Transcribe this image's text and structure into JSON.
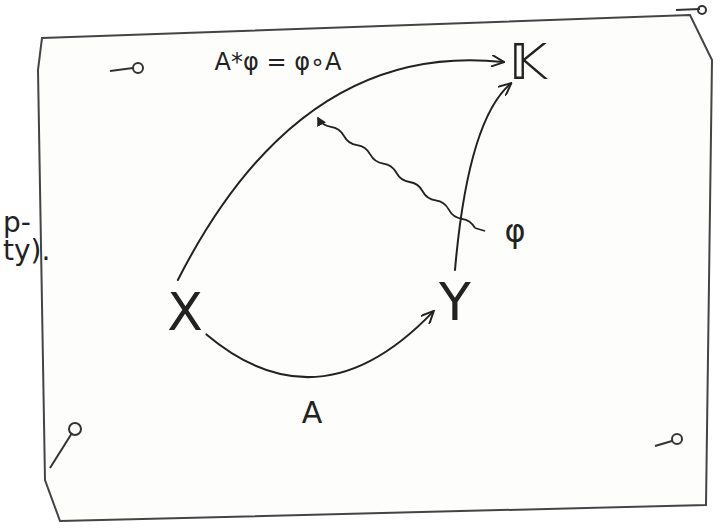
{
  "diagram": {
    "nodes": [
      {
        "text": [
          "X"
        ]
      },
      {
        "text": [
          "Y"
        ]
      },
      {
        "text": [
          "𝕂"
        ]
      }
    ],
    "edges": [
      {
        "from": 0,
        "to": 1,
        "label": "A",
        "arrow": "to"
      },
      {
        "from": 1,
        "to": 2,
        "label": "φ",
        "arrow": "to"
      },
      {
        "from": 0,
        "to": 2,
        "label": "A*φ = φ∘A",
        "arrow": "to"
      }
    ],
    "labels": [
      "p-",
      "ty)."
    ]
  }
}
